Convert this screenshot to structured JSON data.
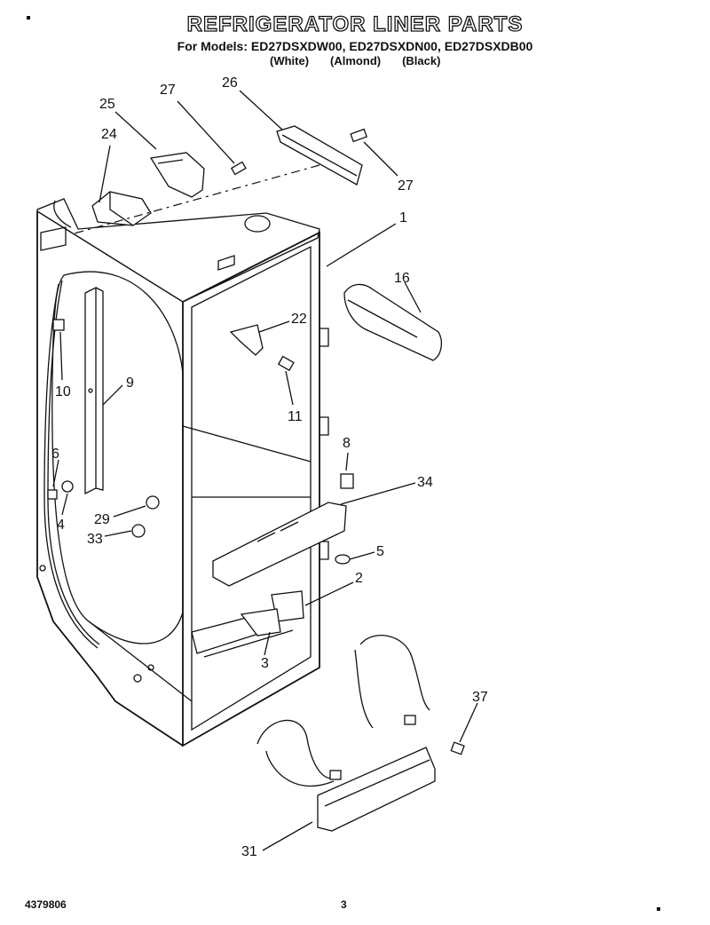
{
  "page": {
    "title": "REFRIGERATOR LINER PARTS",
    "models_line": "For Models: ED27DSXDW00, ED27DSXDN00, ED27DSXDB00",
    "colors": [
      "(White)",
      "(Almond)",
      "(Black)"
    ],
    "doc_number": "4379806",
    "page_number": "3"
  },
  "callouts": {
    "c25": "25",
    "c27a": "27",
    "c26": "26",
    "c27b": "27",
    "c24": "24",
    "c1": "1",
    "c16": "16",
    "c22": "22",
    "c10": "10",
    "c9": "9",
    "c11": "11",
    "c8": "8",
    "c6": "6",
    "c34": "34",
    "c4": "4",
    "c29": "29",
    "c33": "33",
    "c5": "5",
    "c2": "2",
    "c3": "3",
    "c37": "37",
    "c31": "31"
  }
}
